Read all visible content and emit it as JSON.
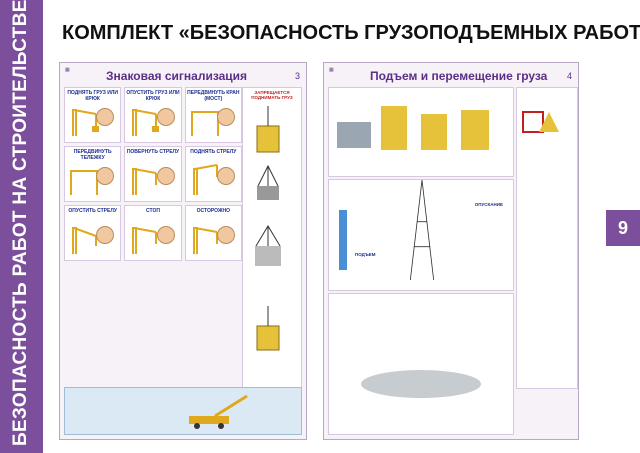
{
  "sidebar": {
    "text": "БЕЗОПАСНОСТЬ РАБОТ НА СТРОИТЕЛЬСТВЕ",
    "color": "#7b4f9b"
  },
  "header": {
    "title": "КОМПЛЕКТ «БЕЗОПАСНОСТЬ ГРУЗОПОДЪЕМНЫХ РАБОТ»"
  },
  "page_badge": "9",
  "poster1": {
    "title": "Знаковая сигнализация",
    "number": "3",
    "signals": [
      "ПОДНЯТЬ ГРУЗ ИЛИ КРЮК",
      "ОПУСТИТЬ ГРУЗ ИЛИ КРЮК",
      "ПЕРЕДВИНУТЬ КРАН (МОСТ)",
      "ПЕРЕДВИНУТЬ ТЕЛЕЖКУ",
      "ПОВЕРНУТЬ СТРЕЛУ",
      "ПОДНЯТЬ СТРЕЛУ",
      "ОПУСТИТЬ СТРЕЛУ",
      "СТОП",
      "ОСТОРОЖНО"
    ],
    "side_warning": "ЗАПРЕЩАЕТСЯ ПОДНИМАТЬ ГРУЗ"
  },
  "poster2": {
    "title": "Подъем и перемещение груза",
    "number": "4",
    "labels": [
      "ПОДЪЕМ",
      "ОПУСКАНИЕ"
    ]
  }
}
